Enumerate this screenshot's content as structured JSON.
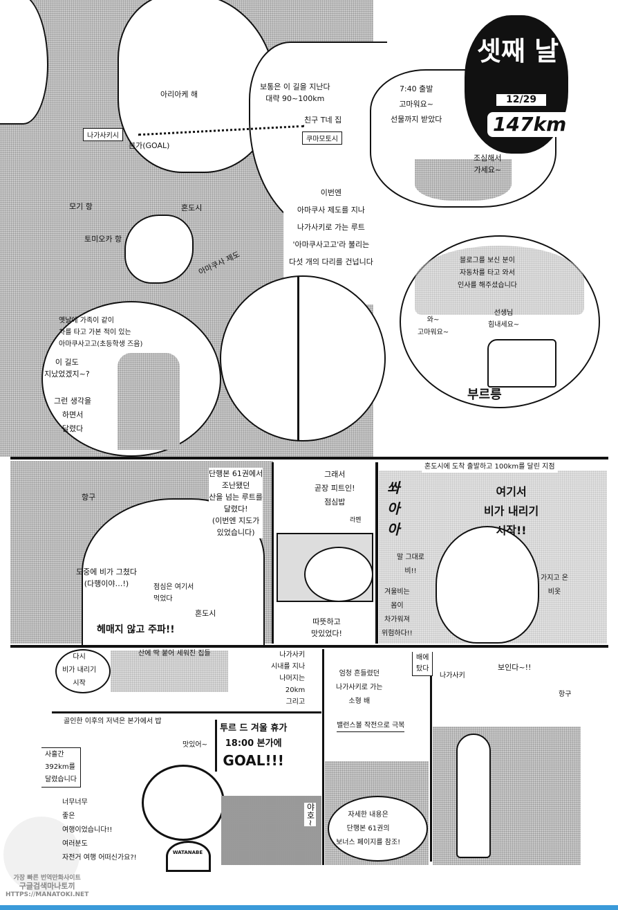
{
  "header": {
    "title": "셋째 날",
    "date": "12/29",
    "distance": "147km"
  },
  "map": {
    "sea_label": "아리아케 해",
    "usual_route": [
      "보통은 이 길을 지난다",
      "대략 90~100km"
    ],
    "friend_house": "친구 T네 집",
    "kumamoto": "쿠마모토시",
    "nagasaki": "나가사키시",
    "home_goal": "본가(GOAL)",
    "mogi": "모기 항",
    "tomioka": "토미오카 항",
    "hondo": "혼도시",
    "amakusa": "아마쿠사 제도",
    "route_note": [
      "이번엔",
      "아마쿠사 제도를 지나",
      "나가사키로 가는 루트",
      "'아마쿠사고고'라 불리는",
      "다섯 개의 다리를 건넙니다"
    ]
  },
  "departure_bubble": {
    "lines": [
      "7:40 출발",
      "고마워요~",
      "선물까지 받았다"
    ],
    "careful": [
      "조심해서",
      "가세요~"
    ]
  },
  "memory_bubble": {
    "lines": [
      "옛날에 가족이 같이",
      "차를 타고 가본 적이 있는",
      "아마쿠사고고(초등학생 즈음)"
    ],
    "question": [
      "이 길도",
      "지났었겠지~?"
    ],
    "thought": [
      "그런 생각을",
      "하면서",
      "달렸다"
    ]
  },
  "car_bubble": {
    "caption": [
      "블로그를 보신 분이",
      "자동차를 타고 와서",
      "인사를 해주셨습니다"
    ],
    "driver": [
      "선생님",
      "힘내세요~"
    ],
    "rider": [
      "와~",
      "고마워요~"
    ],
    "sfx": "부르릉"
  },
  "middle": {
    "harbor": "항구",
    "rain_stopped": [
      "도중에 비가 그쳤다",
      "(다행이야…!)"
    ],
    "lunch_here": [
      "점심은 여기서",
      "먹었다"
    ],
    "hondo": "혼도시",
    "no_lost": "헤매지 않고 주파!!",
    "mountain": [
      "단행본 61권에서",
      "조난됐던",
      "산을 넘는 루트를",
      "달렸다!",
      "(이번엔 지도가",
      "있었습니다)"
    ],
    "lunch": [
      "그래서",
      "곧장 피트인!",
      "점심밥"
    ],
    "ramen": "라멘",
    "warm": [
      "따뜻하고",
      "맛있었다!"
    ],
    "rain_caption": "혼도시에 도착 출발하고 100km를 달린 지점",
    "rain_sfx": [
      "쏴",
      "아",
      "아"
    ],
    "rain_start": [
      "여기서",
      "비가 내리기",
      "시작!!"
    ],
    "literally": [
      "말 그대로",
      "비!!"
    ],
    "winter_rain": [
      "겨울비는",
      "몸이",
      "차가워져",
      "위험하다!!"
    ],
    "raincoat": [
      "가지고 온",
      "비옷"
    ]
  },
  "bottom": {
    "rain_again": [
      "다시",
      "비가 내리기",
      "시작"
    ],
    "houses": "산에 딱 붙어 세워진 집들",
    "city": [
      "나가사키",
      "시내를 지나",
      "나머지는",
      "20km",
      "그리고"
    ],
    "dinner": "골인한 이후의 저녁은 본가에서 밥",
    "tasty": "맛있어~",
    "total": [
      "사흘간",
      "392km를",
      "달렸습니다"
    ],
    "closing": [
      "너무너무",
      "좋은",
      "여행이었습니다!!",
      "여러분도",
      "자전거 여행 어떠신가요?!"
    ],
    "goal": [
      "투르 드 겨울 휴가",
      "18:00 본가에",
      "GOAL!!!"
    ],
    "yahoo": "야호~",
    "shirt": "WATANABE",
    "boat": [
      "엄청 흔들렸던",
      "나가사키로 가는",
      "소형 배"
    ],
    "balance": "밸런스볼 작전으로 극복",
    "boarded": [
      "배에",
      "탔다"
    ],
    "details": [
      "자세한 내용은",
      "단행본 61권의",
      "보너스 페이지를 참조!"
    ],
    "nagasaki": "나가사키",
    "visible": "보인다~!!",
    "harbor": "항구"
  },
  "watermark": {
    "lines": [
      "가장 빠른 번역만화사이트",
      "구글검색마나토끼",
      "HTTPS://MANATOKI.NET"
    ]
  },
  "colors": {
    "ink": "#111111",
    "screentone": "#c9c9c9",
    "footer_bar": "#3a9ad9"
  }
}
